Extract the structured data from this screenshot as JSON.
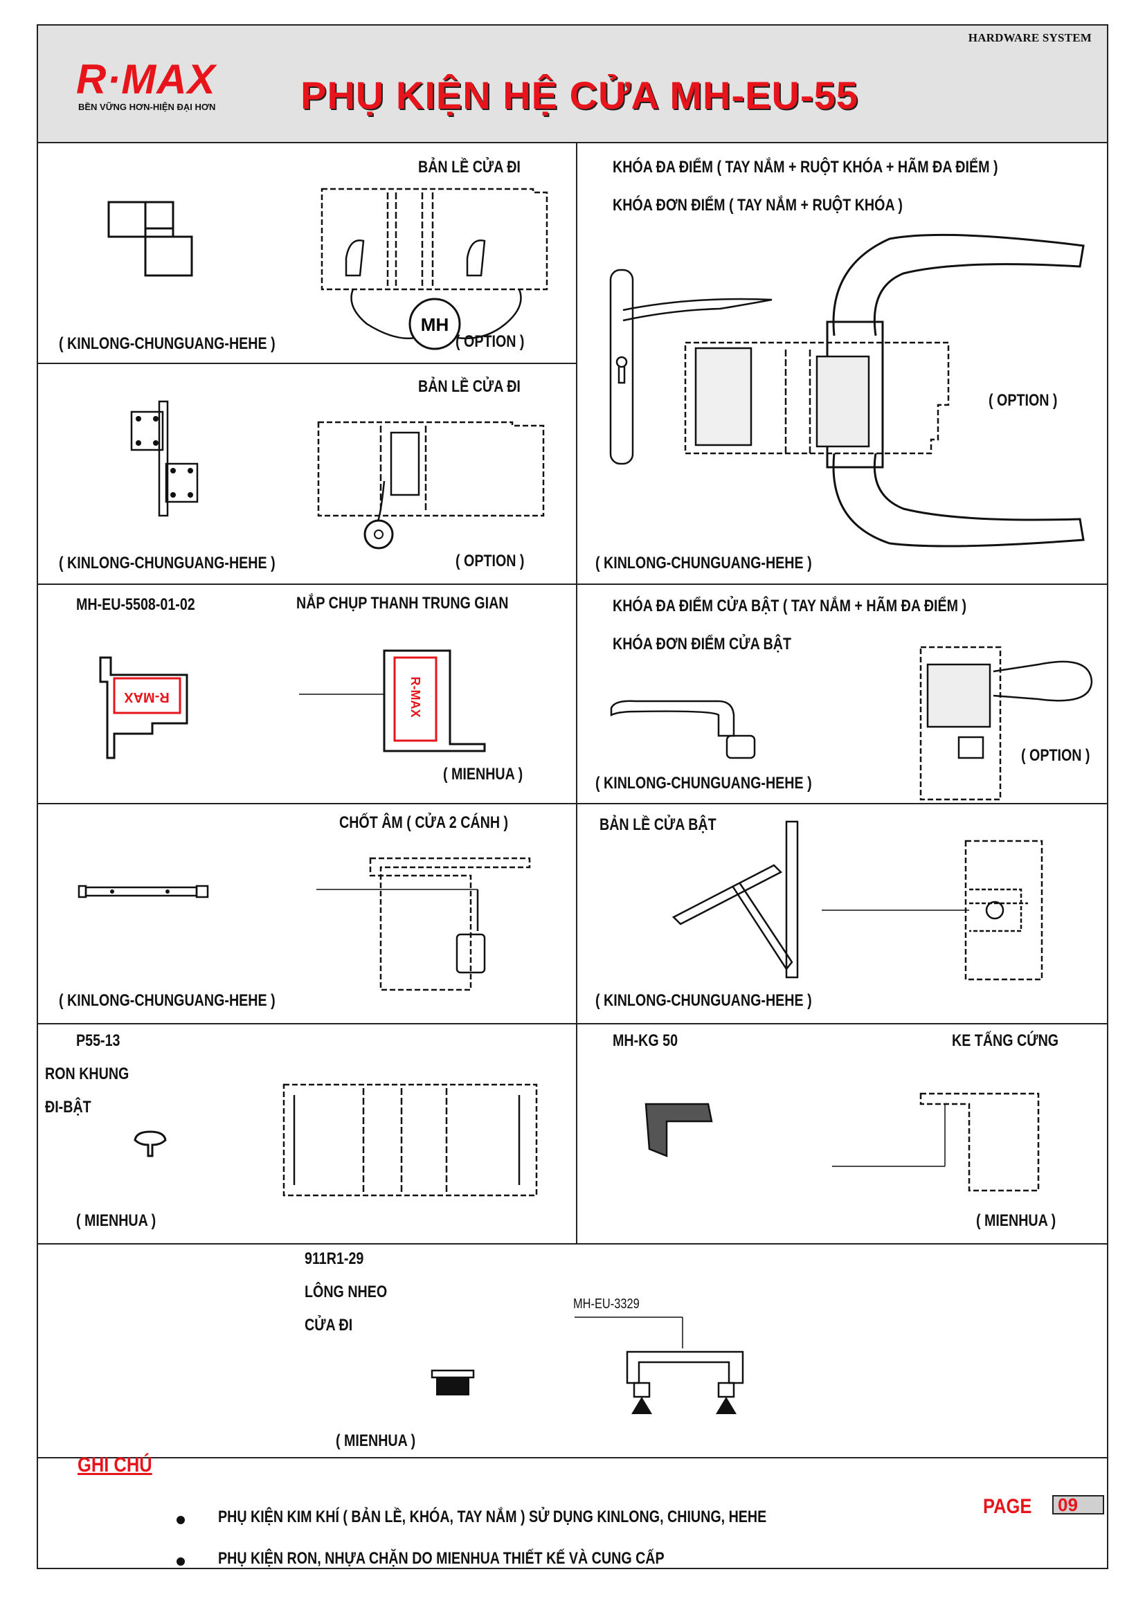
{
  "header": {
    "system": "HARDWARE SYSTEM",
    "brand": "R·MAX",
    "slogan": "BỀN VỮNG HƠN-HIỆN ĐẠI HƠN",
    "title": "PHỤ KIỆN HỆ CỬA MH-EU-55"
  },
  "cells": {
    "door_hinge_1": {
      "title": "BẢN LỀ CỬA ĐI",
      "supplier": "( KINLONG-CHUNGUANG-HEHE )",
      "option": "( OPTION )",
      "stamp": "MH"
    },
    "door_hinge_2": {
      "title": "BẢN LỀ CỬA ĐI",
      "supplier": "( KINLONG-CHUNGUANG-HEHE )",
      "option": "( OPTION )"
    },
    "multipoint_lock": {
      "title_line1": "KHÓA ĐA ĐIỂM ( TAY NẮM + RUỘT KHÓA + HÃM ĐA ĐIỂM )",
      "title_line2": "KHÓA ĐƠN ĐIỂM ( TAY NẮM + RUỘT KHÓA  )",
      "option": "( OPTION )",
      "supplier": "( KINLONG-CHUNGUANG-HEHE )"
    },
    "mullion_cap": {
      "code": "MH-EU-5508-01-02",
      "title": "NẮP CHỤP THANH TRUNG GIAN",
      "supplier": "( MIENHUA )",
      "mark": "R-MAX"
    },
    "casement_lock": {
      "title_line1": "KHÓA ĐA ĐIỂM CỬA BẬT ( TAY NẮM + HÃM ĐA ĐIỂM )",
      "title_line2": "KHÓA ĐƠN ĐIỂM CỬA BẬT",
      "option": "( OPTION )",
      "supplier": "( KINLONG-CHUNGUANG-HEHE )"
    },
    "flush_bolt": {
      "title": "CHỐT ÂM ( CỬA 2 CÁNH )",
      "supplier": "( KINLONG-CHUNGUANG-HEHE )"
    },
    "casement_hinge": {
      "title": "BẢN LỀ CỬA BẬT",
      "supplier": "( KINLONG-CHUNGUANG-HEHE )"
    },
    "frame_gasket": {
      "code": "P55-13",
      "name_line1": "RON KHUNG",
      "name_line2": "ĐI-BẬT",
      "supplier": "( MIENHUA )"
    },
    "corner_key": {
      "code": "MH-KG 50",
      "title": "KE TẤNG CỨNG",
      "supplier": "( MIENHUA )"
    },
    "brush_seal": {
      "code": "911R1-29",
      "name_line1": "LÔNG NHEO",
      "name_line2": "CỬA ĐI",
      "supplier": "( MIENHUA )",
      "profile": "MH-EU-3329"
    }
  },
  "notes": {
    "title": "GHI CHÚ",
    "items": [
      "PHỤ KIỆN KIM KHÍ ( BẢN LỀ, KHÓA, TAY NẮM ) SỬ DỤNG KINLONG, CHIUNG, HEHE",
      "PHỤ KIỆN RON, NHỰA CHẶN DO MIENHUA THIẾT KẾ VÀ CUNG CẤP"
    ]
  },
  "page": {
    "label": "PAGE",
    "number": "09"
  },
  "colors": {
    "brand_red": "#e8141b",
    "header_bg": "#e2e2e2",
    "line": "#222222"
  }
}
